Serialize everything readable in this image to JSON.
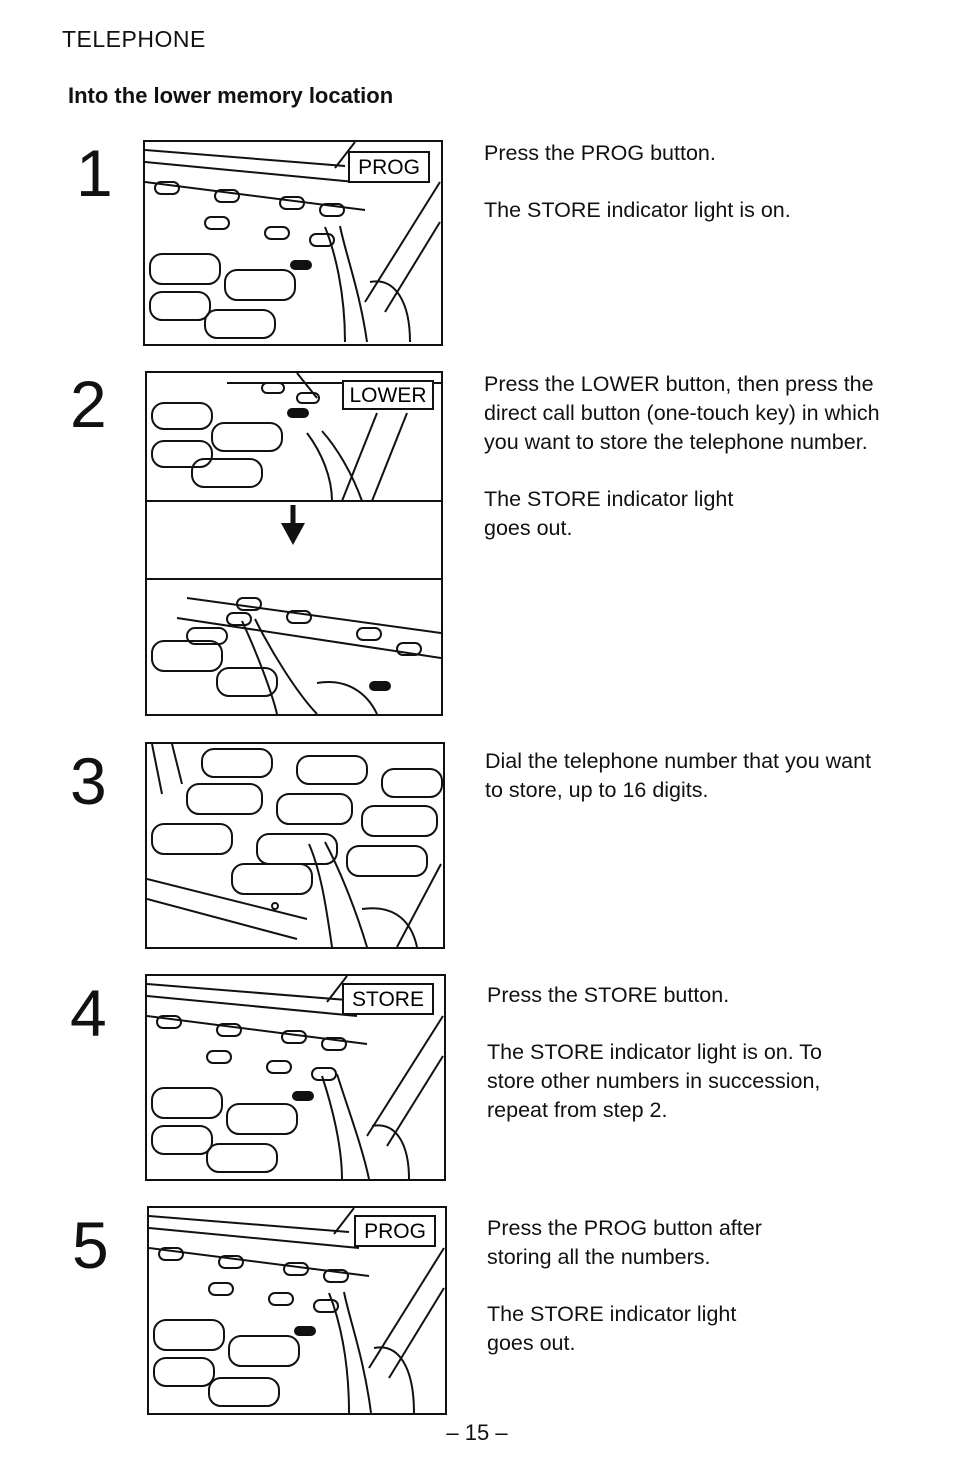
{
  "header": {
    "section": "TELEPHONE",
    "subtitle": "Into the lower memory location"
  },
  "steps": [
    {
      "number": "1",
      "button_label": "PROG",
      "paragraphs": [
        "Press the PROG button.",
        "The STORE indicator light is on."
      ]
    },
    {
      "number": "2",
      "button_label": "LOWER",
      "paragraphs": [
        "Press the LOWER button, then press the direct call button (one-touch key) in which you want to store the telephone number.",
        "The STORE indicator light goes out."
      ]
    },
    {
      "number": "3",
      "button_label": "",
      "paragraphs": [
        "Dial the telephone number that you want to store, up to 16 digits."
      ]
    },
    {
      "number": "4",
      "button_label": "STORE",
      "paragraphs": [
        "Press the STORE button.",
        "The STORE indicator light is on. To store other numbers in succession, repeat from step 2."
      ]
    },
    {
      "number": "5",
      "button_label": "PROG",
      "paragraphs": [
        "Press the PROG button after storing all the numbers.",
        "The STORE indicator light goes out."
      ]
    }
  ],
  "footer": {
    "page_number": "– 15 –"
  }
}
